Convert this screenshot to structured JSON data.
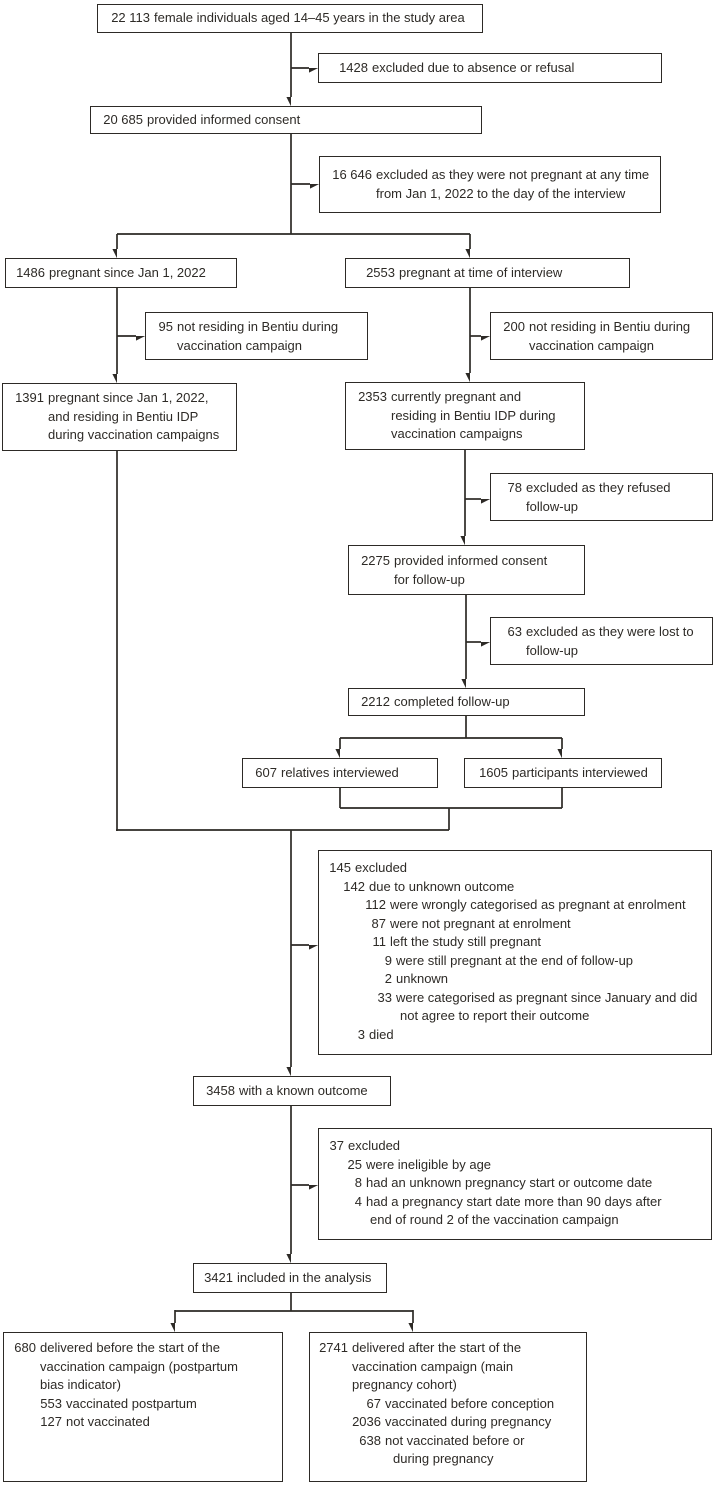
{
  "figure": {
    "type": "study-flow-diagram",
    "colors": {
      "line": "#2d2a26",
      "box_border": "#2d2a26",
      "text": "#2d2a26",
      "background": "#ffffff"
    }
  },
  "boxes": {
    "total_population": {
      "lines": [
        {
          "n": "22 113",
          "nw": 40,
          "t": "female individuals aged 14–45 years in the study area"
        }
      ]
    },
    "excluded_absence": {
      "lines": [
        {
          "n": "1428",
          "nw": 29,
          "t": "excluded due to absence or refusal"
        }
      ]
    },
    "informed_consent": {
      "lines": [
        {
          "n": "20 685",
          "nw": 40,
          "t": "provided informed consent"
        }
      ]
    },
    "excluded_not_pregnant": {
      "lines": [
        {
          "n": "16 646",
          "nw": 40,
          "t": "excluded as they were not pregnant at any time"
        },
        {
          "ind": 40,
          "t": "from Jan 1, 2022 to the day of the interview"
        }
      ]
    },
    "pregnant_since_jan": {
      "lines": [
        {
          "n": "1486",
          "nw": 29,
          "t": "pregnant since Jan 1, 2022"
        }
      ]
    },
    "pregnant_at_interview": {
      "lines": [
        {
          "n": "2553",
          "nw": 29,
          "t": "pregnant at time of interview"
        }
      ]
    },
    "not_residing_95": {
      "lines": [
        {
          "n": "95",
          "nw": 15,
          "t": "not residing in Bentiu during"
        },
        {
          "ind": 15,
          "t": "vaccination campaign"
        }
      ]
    },
    "not_residing_200": {
      "lines": [
        {
          "n": "200",
          "nw": 22,
          "t": "not residing in Bentiu during"
        },
        {
          "ind": 22,
          "t": "vaccination campaign"
        }
      ]
    },
    "pregnant_jan_residing": {
      "lines": [
        {
          "n": "1391",
          "nw": 29,
          "t": "pregnant since Jan 1, 2022,"
        },
        {
          "ind": 29,
          "t": "and residing in Bentiu IDP"
        },
        {
          "ind": 29,
          "t": "during vaccination campaigns"
        }
      ]
    },
    "currently_pregnant_residing": {
      "lines": [
        {
          "n": "2353",
          "nw": 29,
          "t": "currently pregnant and"
        },
        {
          "ind": 29,
          "t": "residing in Bentiu IDP during"
        },
        {
          "ind": 29,
          "t": "vaccination campaigns"
        }
      ]
    },
    "refused_followup": {
      "lines": [
        {
          "n": "78",
          "nw": 15,
          "t": "excluded as they refused"
        },
        {
          "ind": 15,
          "t": "follow-up"
        }
      ]
    },
    "consent_followup": {
      "lines": [
        {
          "n": "2275",
          "nw": 29,
          "t": "provided informed consent"
        },
        {
          "ind": 29,
          "t": "for follow-up"
        }
      ]
    },
    "lost_followup": {
      "lines": [
        {
          "n": "63",
          "nw": 15,
          "t": "excluded as they were lost to"
        },
        {
          "ind": 15,
          "t": "follow-up"
        }
      ]
    },
    "completed_followup": {
      "lines": [
        {
          "n": "2212",
          "nw": 29,
          "t": "completed follow-up"
        }
      ]
    },
    "relatives_interviewed": {
      "lines": [
        {
          "n": "607",
          "nw": 22,
          "t": "relatives interviewed"
        }
      ]
    },
    "participants_interviewed": {
      "lines": [
        {
          "n": "1605",
          "nw": 29,
          "t": "participants interviewed"
        }
      ]
    },
    "excluded_145": {
      "lines": [
        {
          "n": "145",
          "nw": 22,
          "t": "excluded"
        },
        {
          "ind": 14,
          "n": "142",
          "nw": 22,
          "t": "due to unknown outcome"
        },
        {
          "ind": 35,
          "n": "112",
          "nw": 22,
          "t": "were wrongly categorised as pregnant at enrolment"
        },
        {
          "ind": 42,
          "n": "87",
          "nw": 15,
          "t": "were not pregnant at enrolment"
        },
        {
          "ind": 42,
          "n": "11",
          "nw": 15,
          "t": "left the study still pregnant"
        },
        {
          "ind": 55,
          "n": "9",
          "nw": 8,
          "t": "were still pregnant at the end of follow-up"
        },
        {
          "ind": 55,
          "n": "2",
          "nw": 8,
          "t": "unknown"
        },
        {
          "ind": 48,
          "n": "33",
          "nw": 15,
          "t": "were categorised as pregnant since January and did"
        },
        {
          "ind": 67,
          "t": "not agree to report their outcome"
        },
        {
          "ind": 28,
          "n": "3",
          "nw": 8,
          "t": "died"
        }
      ]
    },
    "known_outcome": {
      "lines": [
        {
          "n": "3458",
          "nw": 29,
          "t": "with a known outcome"
        }
      ]
    },
    "excluded_37": {
      "lines": [
        {
          "n": "37",
          "nw": 15,
          "t": "excluded"
        },
        {
          "ind": 18,
          "n": "25",
          "nw": 15,
          "t": "were ineligible by age"
        },
        {
          "ind": 25,
          "n": "8",
          "nw": 8,
          "t": "had an unknown pregnancy start or outcome date"
        },
        {
          "ind": 25,
          "n": "4",
          "nw": 8,
          "t": "had a pregnancy start date more than 90 days after"
        },
        {
          "ind": 37,
          "t": "end of round 2 of the vaccination campaign"
        }
      ]
    },
    "included_analysis": {
      "lines": [
        {
          "n": "3421",
          "nw": 29,
          "t": "included in the analysis"
        }
      ]
    },
    "delivered_before": {
      "lines": [
        {
          "n": "680",
          "nw": 22,
          "t": "delivered before the start of the"
        },
        {
          "ind": 22,
          "t": "vaccination campaign (postpartum"
        },
        {
          "ind": 22,
          "t": "bias indicator)"
        },
        {
          "ind": 26,
          "n": "553",
          "nw": 22,
          "t": "vaccinated postpartum"
        },
        {
          "ind": 26,
          "n": "127",
          "nw": 22,
          "t": "not vaccinated"
        }
      ]
    },
    "delivered_after": {
      "lines": [
        {
          "n": "2741",
          "nw": 29,
          "t": "delivered after the start of the"
        },
        {
          "ind": 29,
          "t": "vaccination campaign (main"
        },
        {
          "ind": 29,
          "t": "pregnancy cohort)"
        },
        {
          "ind": 33,
          "n": "67",
          "nw": 29,
          "t": "vaccinated before conception"
        },
        {
          "ind": 33,
          "n": "2036",
          "nw": 29,
          "t": "vaccinated during pregnancy"
        },
        {
          "ind": 33,
          "n": "638",
          "nw": 29,
          "t": "not vaccinated before or"
        },
        {
          "ind": 70,
          "t": "during pregnancy"
        }
      ]
    }
  }
}
